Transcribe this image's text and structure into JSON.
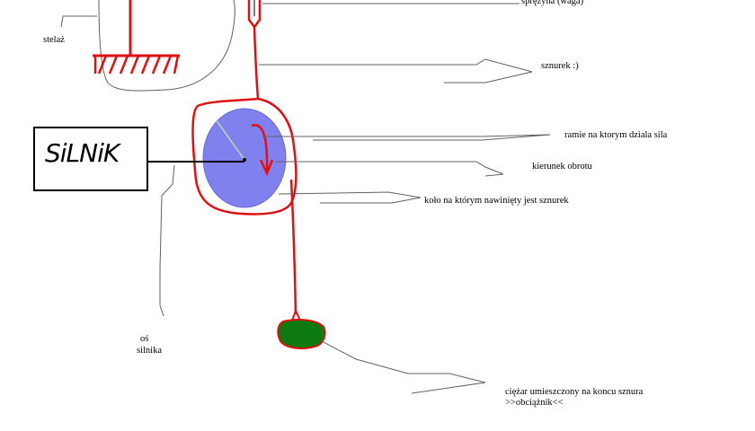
{
  "labels": {
    "stelaz": "stelaż",
    "sprezyna": "sprężyna (waga)",
    "sznurek": "sznurek :)",
    "ramie": "ramie na ktorym dziala sila",
    "kierunek": "kierunek obrotu",
    "kolo": "koło na którym nawinięty jest sznurek",
    "os_line1": "oś",
    "os_line2": "silnika",
    "ciezar_line1": "ciężar umieszczony na koncu sznura",
    "ciezar_line2": ">>obciążnik<<",
    "silnik": "SiLNiK"
  },
  "colors": {
    "frame": "#e01010",
    "wheel": "#8080ee",
    "weight": "#0e7a12",
    "line": "#000000",
    "gray": "#606060"
  }
}
